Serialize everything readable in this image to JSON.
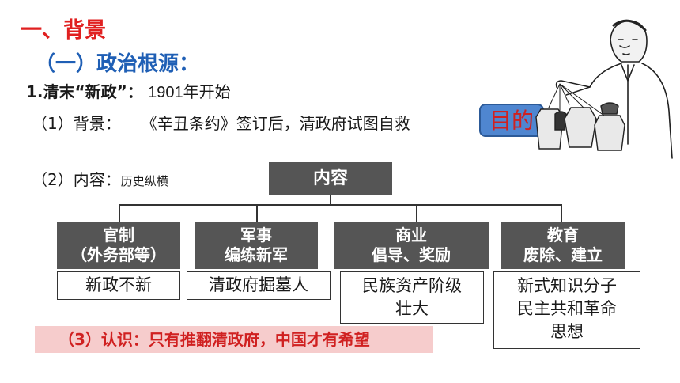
{
  "heading_1": "一、背景",
  "heading_2": "（一）政治根源：",
  "heading_3": {
    "bold": "1.清末“新政”：",
    "date": "1901年开始"
  },
  "background_line": {
    "label": "（1）背景：",
    "text": "《辛丑条约》签订后，清政府试图自救"
  },
  "purpose_button": "目的",
  "content_line": {
    "label": "（2）内容：",
    "note": "历史纵横"
  },
  "diagram": {
    "root": "内容",
    "categories": [
      {
        "lines": [
          "官制",
          "（外务部等）"
        ],
        "result": [
          "新政不新"
        ]
      },
      {
        "lines": [
          "军事",
          "编练新军"
        ],
        "result": [
          "清政府掘墓人"
        ]
      },
      {
        "lines": [
          "商业",
          "倡导、奖励"
        ],
        "result": [
          "民族资产阶级",
          "壮大"
        ]
      },
      {
        "lines": [
          "教育",
          "废除、建立"
        ],
        "result": [
          "新式知识分子",
          "民主共和革命",
          "思想"
        ]
      }
    ]
  },
  "conclusion": "（3）认识：只有推翻清政府，中国才有希望",
  "colors": {
    "heading_red": "#e02020",
    "heading_blue": "#1f5fb5",
    "box_gray": "#555555",
    "banner_pink": "#f6cccc"
  }
}
